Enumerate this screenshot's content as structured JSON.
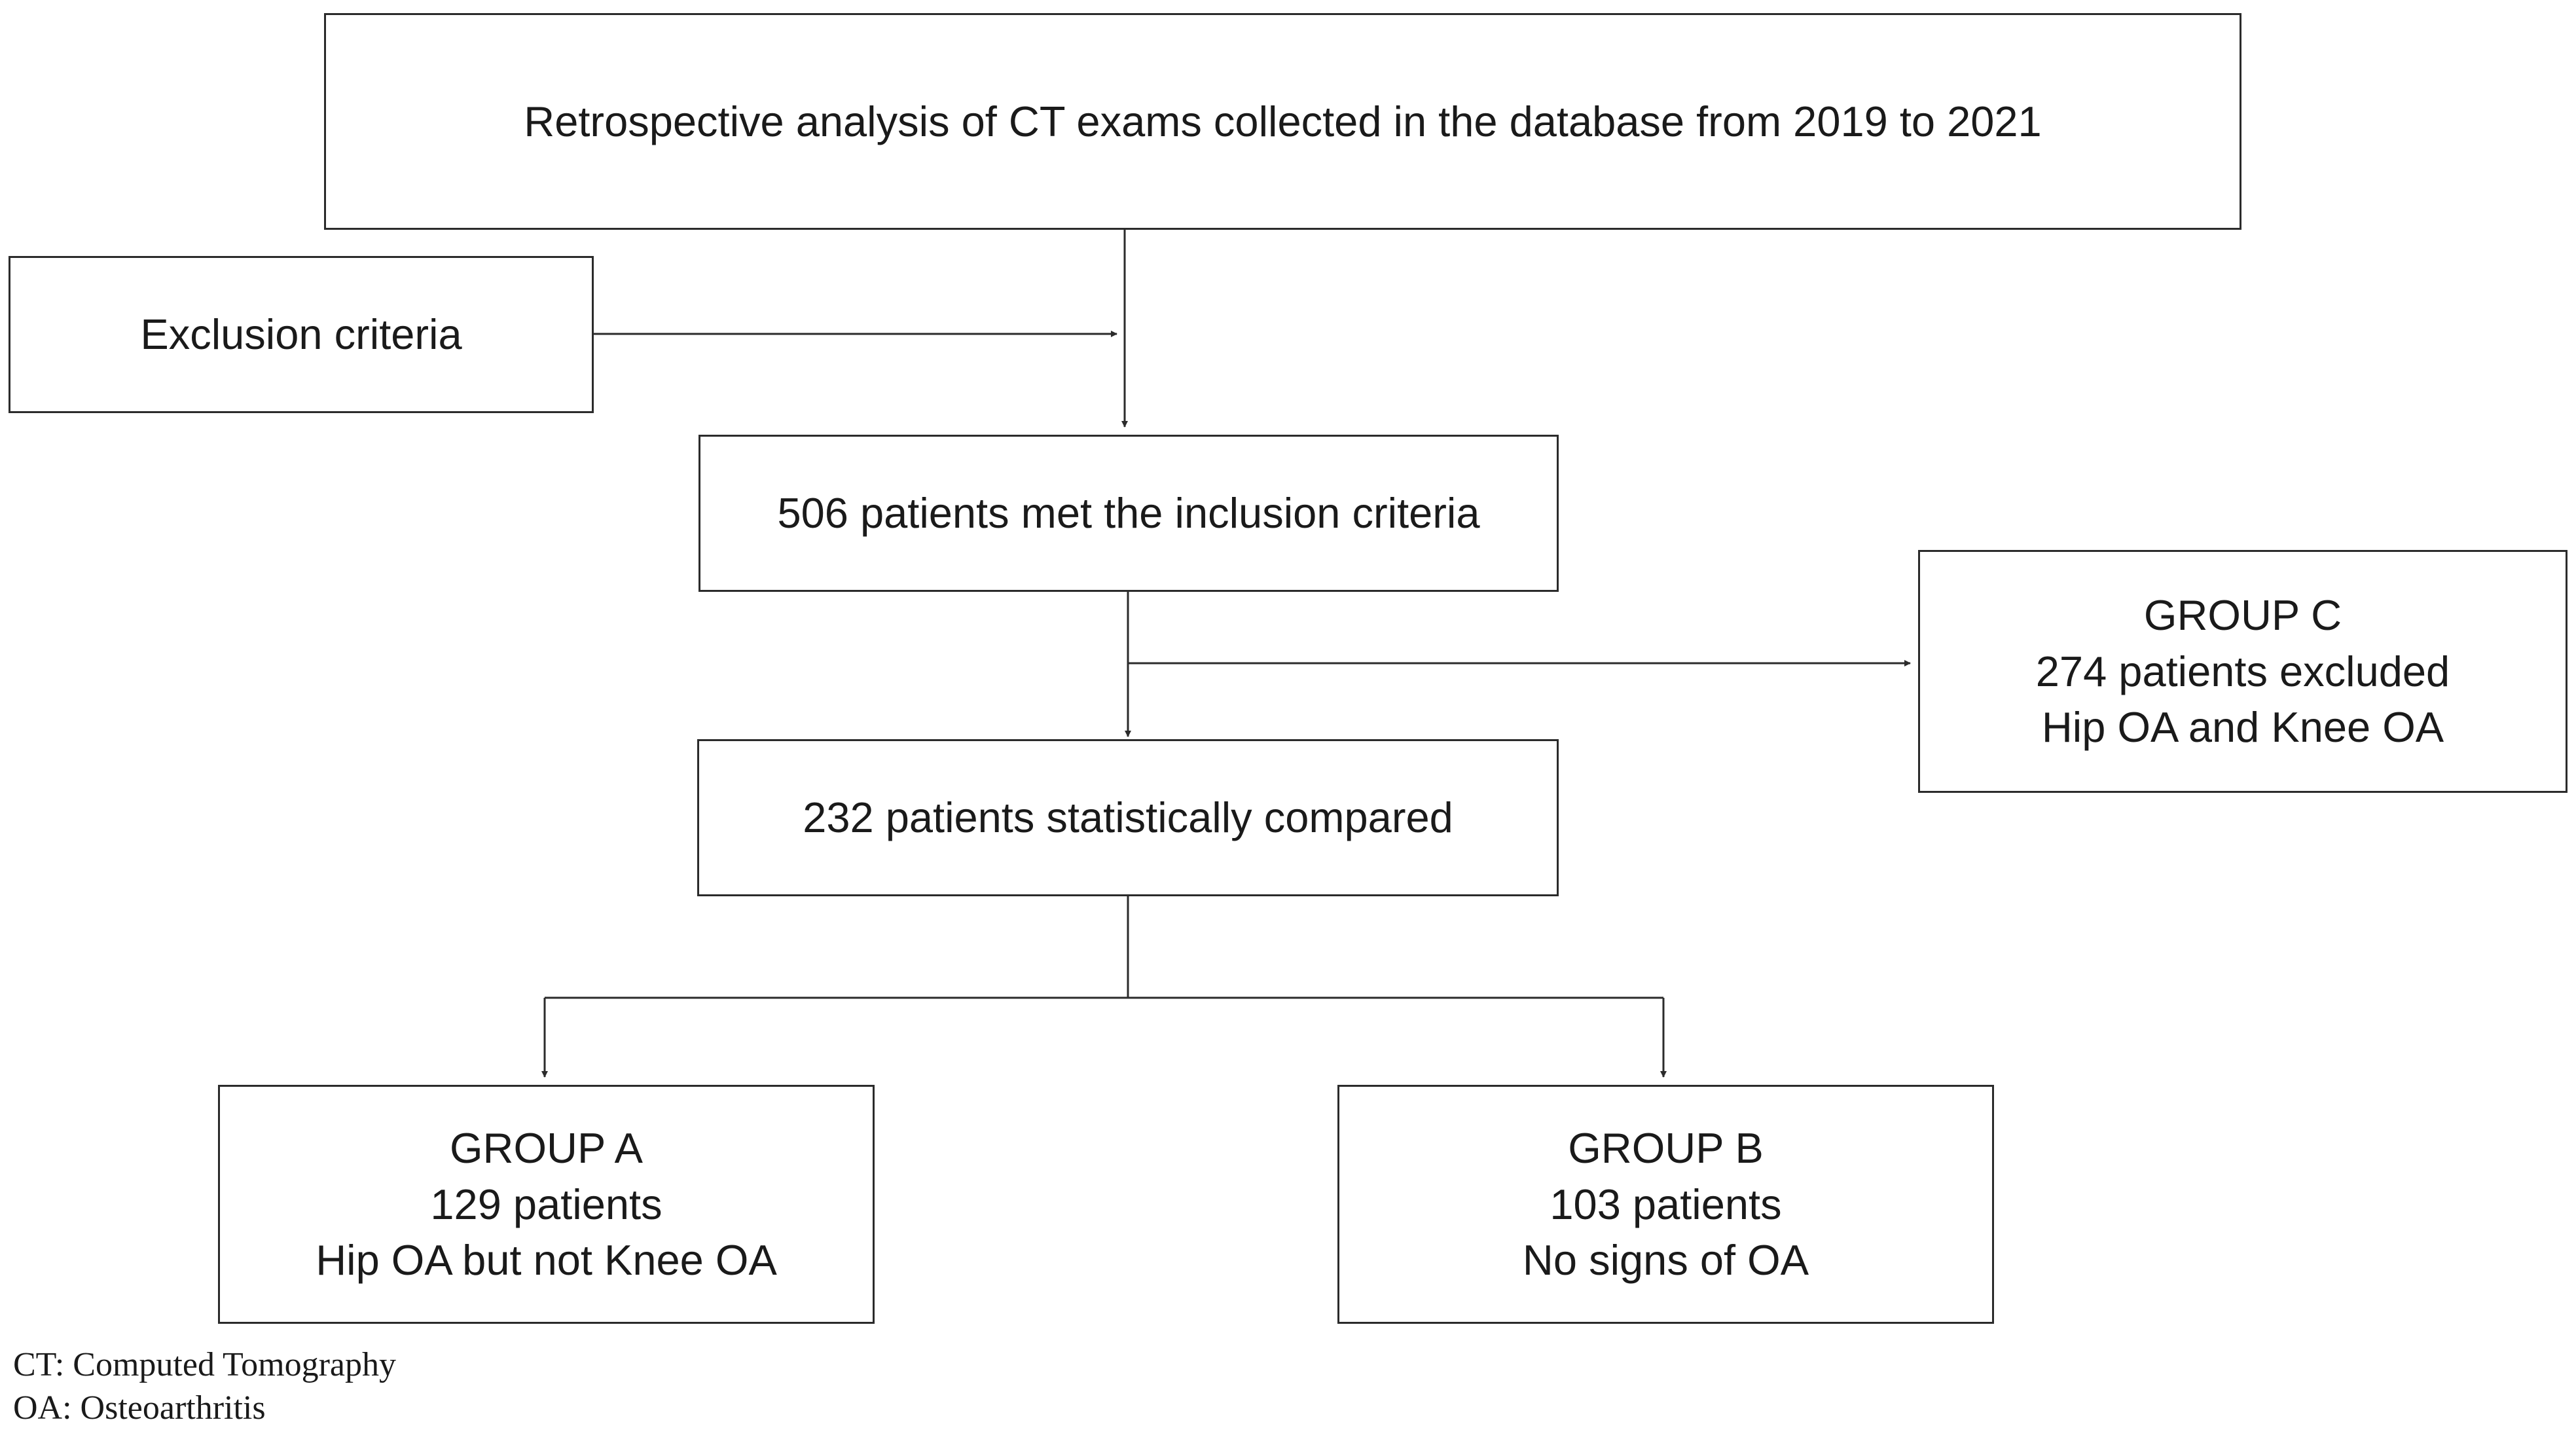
{
  "nodes": {
    "source": {
      "lines": [
        "Retrospective analysis of CT exams collected in the database from 2019 to 2021"
      ]
    },
    "exclusion": {
      "lines": [
        "Exclusion criteria"
      ]
    },
    "inclusion": {
      "lines": [
        "506 patients met the inclusion criteria"
      ]
    },
    "group_c": {
      "lines": [
        "GROUP C",
        "274 patients excluded",
        "Hip OA and Knee OA"
      ]
    },
    "compared": {
      "lines": [
        "232 patients statistically compared"
      ]
    },
    "group_a": {
      "lines": [
        "GROUP A",
        "129 patients",
        "Hip OA but not Knee OA"
      ]
    },
    "group_b": {
      "lines": [
        "GROUP B",
        "103 patients",
        "No signs of OA"
      ]
    }
  },
  "footnotes": [
    "CT: Computed Tomography",
    "OA: Osteoarthritis"
  ],
  "colors": {
    "line": "#2b2b2b",
    "text": "#1a1a1a",
    "background": "#ffffff"
  }
}
